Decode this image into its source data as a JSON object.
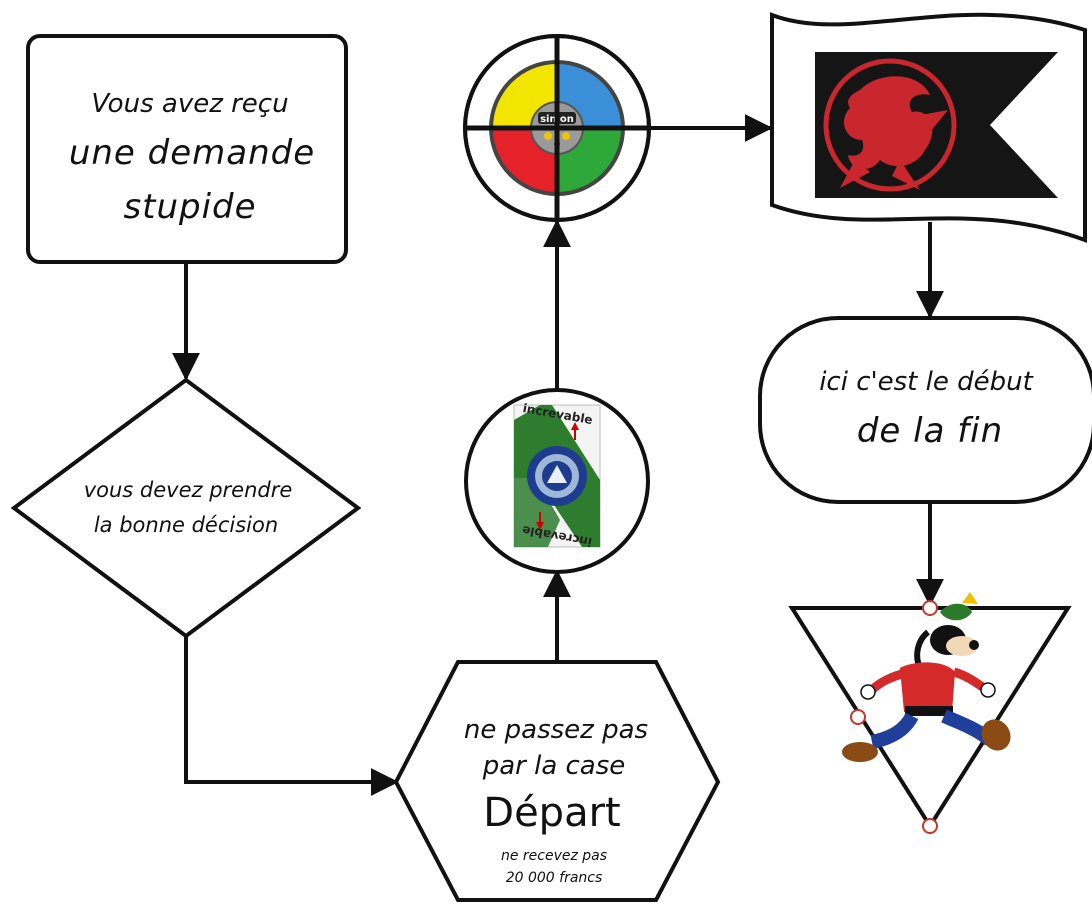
{
  "nodes": {
    "start": {
      "lines": [
        "Vous avez reçu",
        "une demande",
        "stupide"
      ]
    },
    "decision": {
      "lines": [
        "vous devez prendre",
        "la bonne décision"
      ]
    },
    "hexagon": {
      "lines": [
        "ne passez pas",
        "par la case",
        "Départ",
        "ne recevez pas",
        "20 000 francs"
      ]
    },
    "simon_logo_text": "simon",
    "tire_badge_text": "increvable",
    "rounded": {
      "lines": [
        "ici c'est le début",
        "de la fin"
      ]
    }
  },
  "icons": {
    "target": "crosshair-target-icon",
    "badge": "increvable-tire-badge-icon",
    "flag": "dragon-sigil-flag-icon",
    "character": "running-cartoon-dog-icon"
  },
  "colors": {
    "stroke": "#111111",
    "simon_yellow": "#f2e600",
    "simon_blue": "#3a8fd8",
    "simon_red": "#e5222a",
    "simon_green": "#2fa83a",
    "flag_black": "#151515",
    "dragon_red": "#c9262d",
    "tire_green": "#2e7d2e",
    "handle": "#c0392b"
  }
}
